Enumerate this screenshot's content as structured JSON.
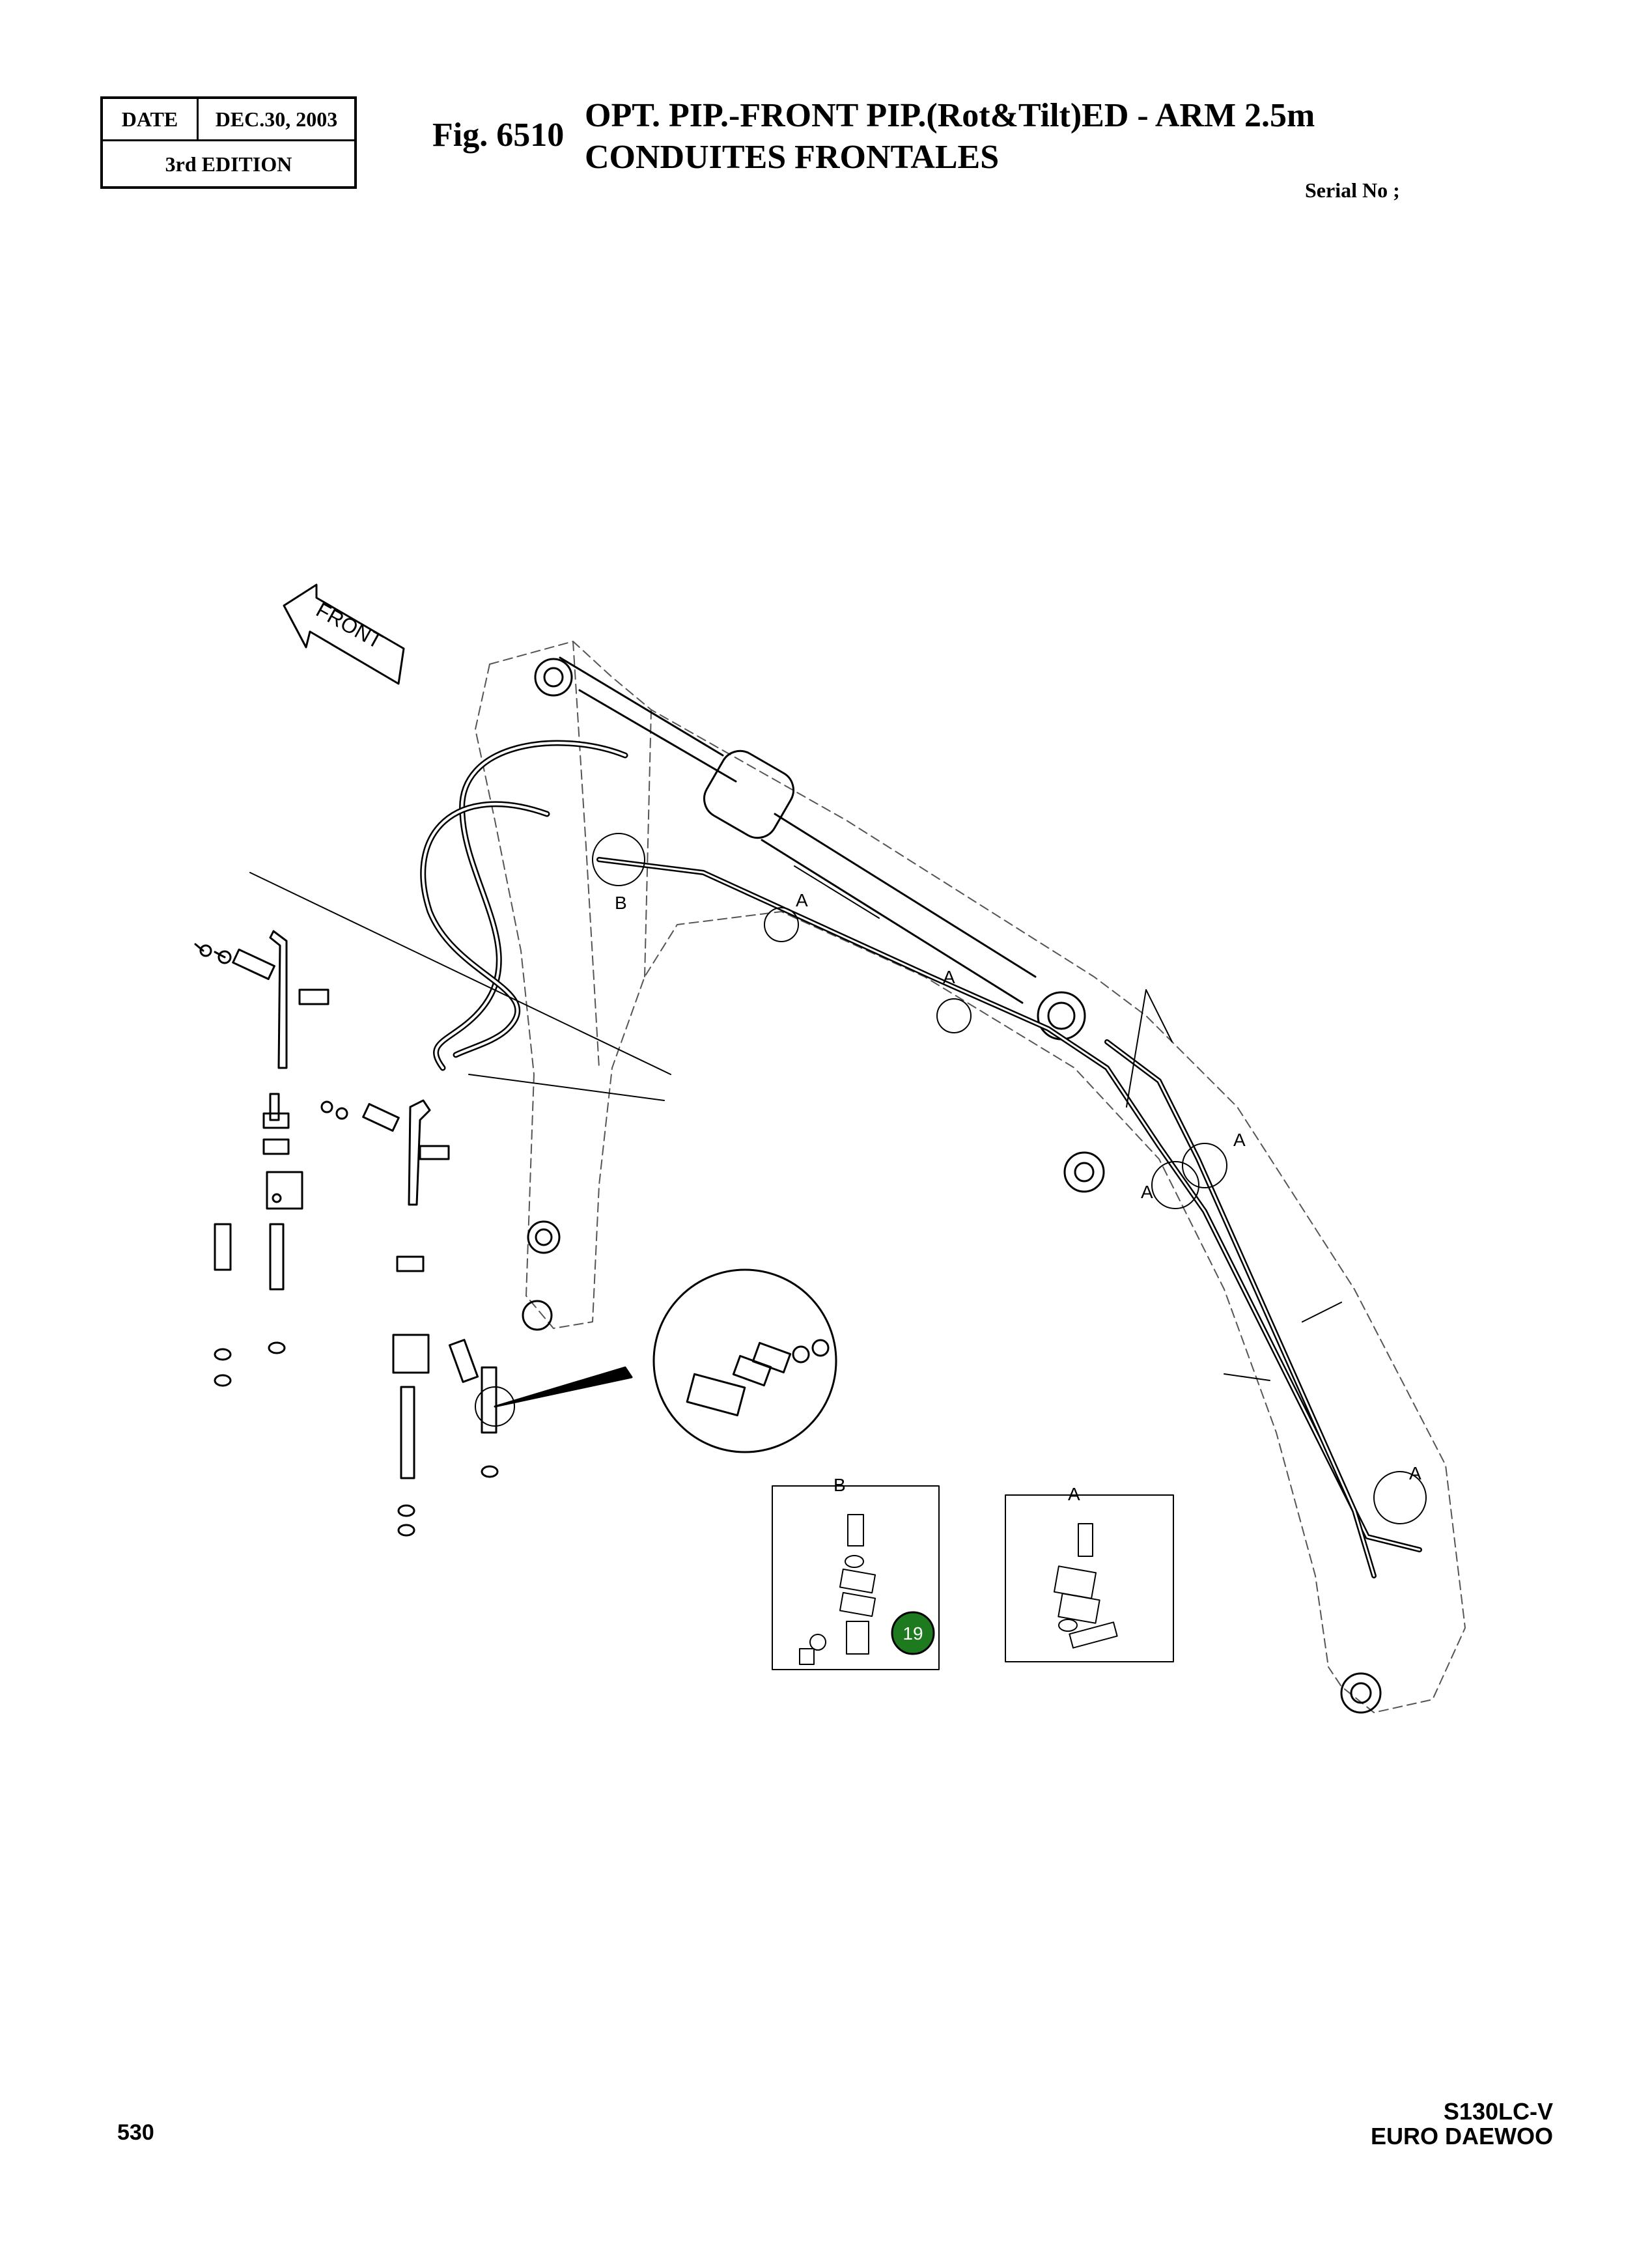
{
  "header": {
    "date_label": "DATE",
    "date_value": "DEC.30, 2003",
    "edition": "3rd  EDITION",
    "fig_label": "Fig. 6510",
    "title_line1": "OPT. PIP.-FRONT PIP.(Rot&Tilt)ED - ARM 2.5m",
    "title_line2": "CONDUITES FRONTALES",
    "serial": "Serial No ;"
  },
  "diagram": {
    "front_arrow_label": "FRONT",
    "callout_marker": "19",
    "callout_marker_color": "#1e7a1e",
    "detail_b_label": "B",
    "detail_a_label": "A",
    "circle_labels": [
      "A",
      "A",
      "A",
      "A",
      "A",
      "B"
    ]
  },
  "footer": {
    "page_number": "530",
    "model": "S130LC-V",
    "brand": "EURO DAEWOO"
  }
}
